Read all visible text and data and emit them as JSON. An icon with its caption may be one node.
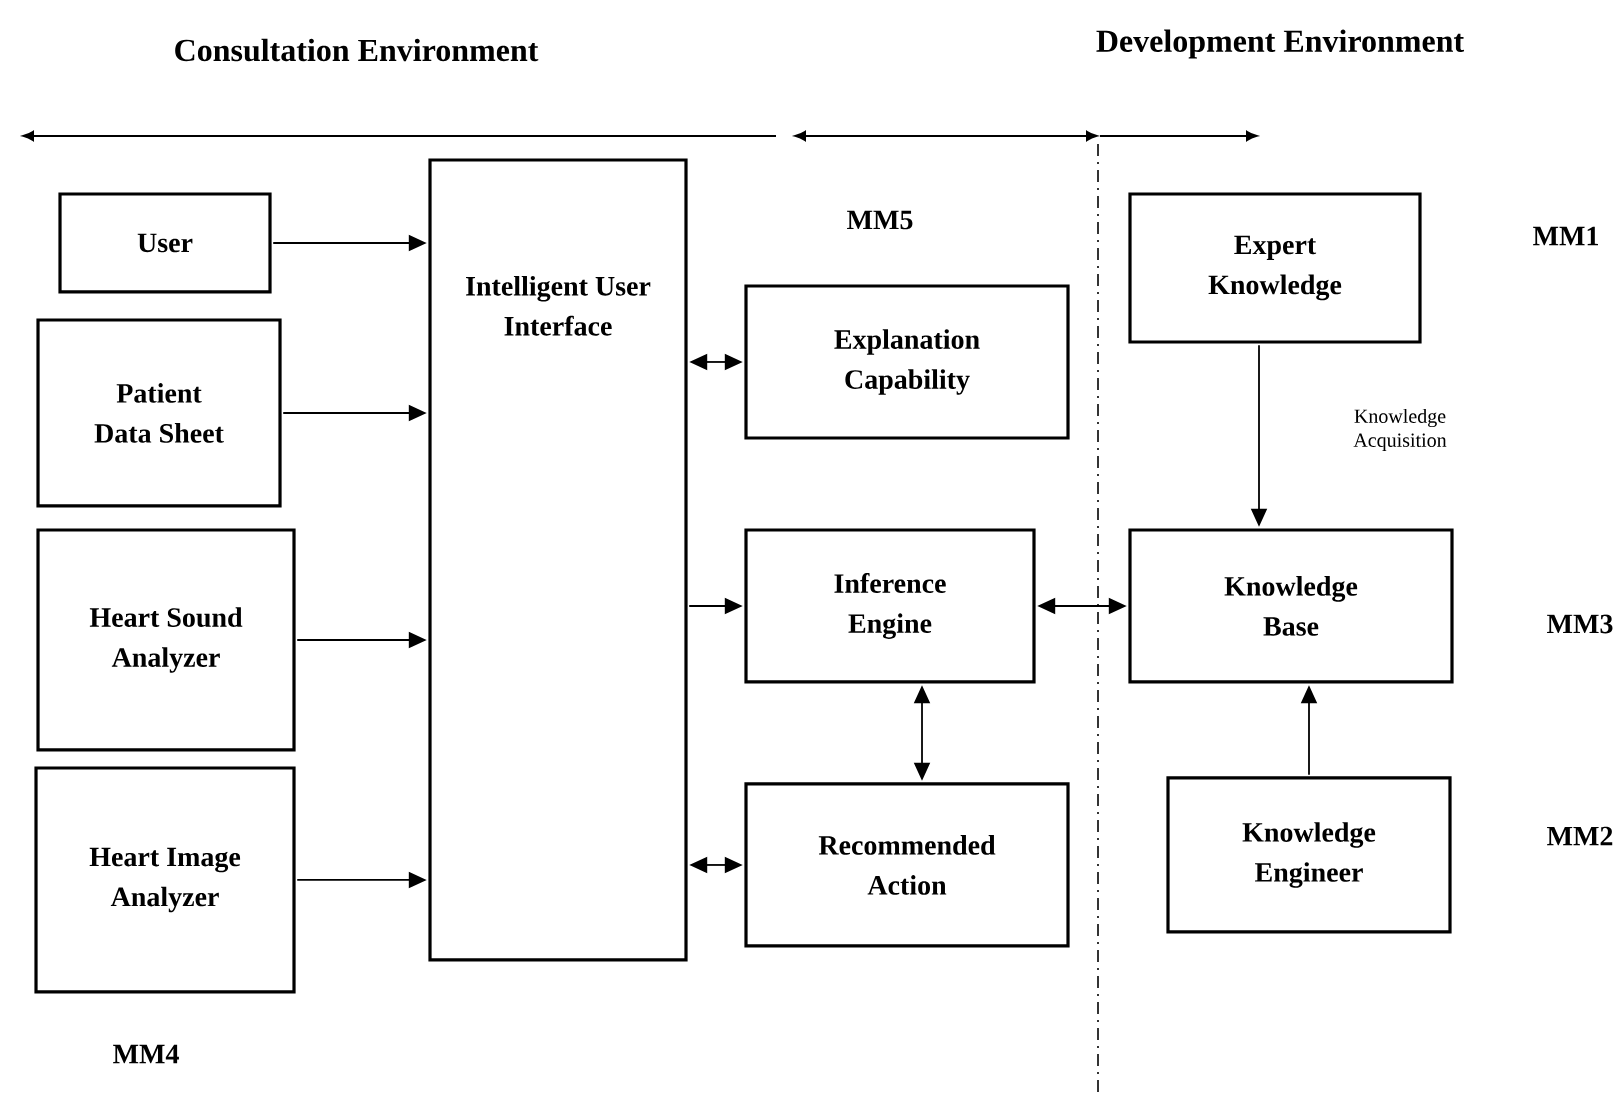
{
  "diagram": {
    "nodes": [
      {
        "text": [
          "User"
        ]
      },
      {
        "text": [
          "Patient Data Sheet"
        ]
      },
      {
        "text": [
          "Heart Sound Analyzer"
        ]
      },
      {
        "text": [
          "Heart Image Analyzer"
        ]
      },
      {
        "text": [
          "Intelligent User Interface"
        ]
      },
      {
        "text": [
          "Explanation Capability"
        ]
      },
      {
        "text": [
          "Inference Engine"
        ]
      },
      {
        "text": [
          "Recommended Action"
        ]
      },
      {
        "text": [
          "Expert Knowledge"
        ]
      },
      {
        "text": [
          "Knowledge Base"
        ]
      },
      {
        "text": [
          "Knowledge Engineer"
        ]
      }
    ],
    "edges": [
      {
        "from": 0,
        "to": 4,
        "arrow": "to"
      },
      {
        "from": 1,
        "to": 4,
        "arrow": "to"
      },
      {
        "from": 2,
        "to": 4,
        "arrow": "to"
      },
      {
        "from": 3,
        "to": 4,
        "arrow": "to"
      },
      {
        "from": 4,
        "to": 5,
        "arrow": "both"
      },
      {
        "from": 4,
        "to": 6,
        "arrow": "to"
      },
      {
        "from": 4,
        "to": 7,
        "arrow": "both"
      },
      {
        "from": 6,
        "to": 7,
        "arrow": "both"
      },
      {
        "from": 6,
        "to": 9,
        "arrow": "both"
      },
      {
        "from": 8,
        "to": 9,
        "arrow": "to",
        "label": "Knowledge Acquisition"
      },
      {
        "from": 10,
        "to": 9,
        "arrow": "to"
      }
    ],
    "labels": [
      "Consultation Environment",
      "Development Environment",
      "MM5",
      "MM1",
      "MM3",
      "MM2",
      "MM4"
    ]
  }
}
